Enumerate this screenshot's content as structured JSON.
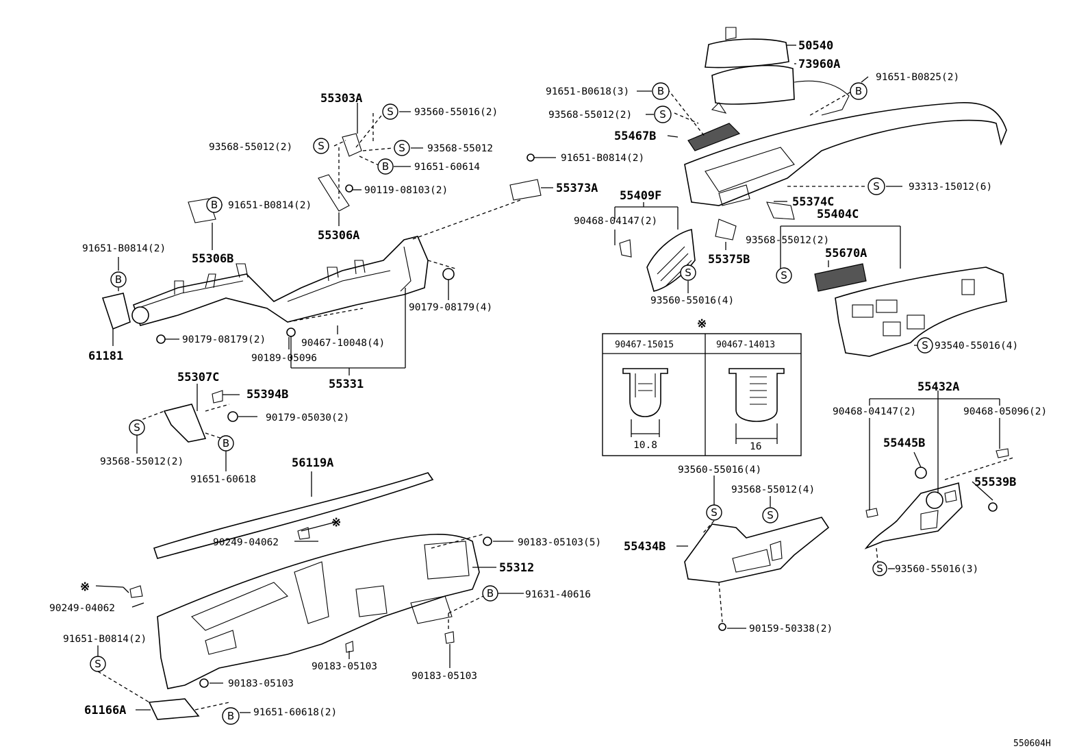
{
  "diagram_id": "550604H",
  "reference_mark": "※",
  "symbols": {
    "S": "S",
    "B": "B"
  },
  "inset": {
    "col1": {
      "part": "90467-15015",
      "dim": "10.8"
    },
    "col2": {
      "part": "90467-14013",
      "dim": "16"
    }
  },
  "labels": {
    "p50540": "50540",
    "p73960A": "73960A",
    "p91651_B0618_3": "91651-B0618(3)",
    "p91651_B0825_2": "91651-B0825(2)",
    "p93568_55012_2_top": "93568-55012(2)",
    "p55467B": "55467B",
    "p93313_15012_6": "93313-15012(6)",
    "p55374C": "55374C",
    "p55404C": "55404C",
    "p93568_55012_2_right": "93568-55012(2)",
    "p55670A": "55670A",
    "p55409F": "55409F",
    "p90468_04147_2_vent": "90468-04147(2)",
    "p55375B": "55375B",
    "p93560_55016_4_vent": "93560-55016(4)",
    "p93540_55016_4": "93540-55016(4)",
    "p55303A": "55303A",
    "p93560_55016_2": "93560-55016(2)",
    "p93568_55012_2_left": "93568-55012(2)",
    "p93568_55012": "93568-55012",
    "p91651_60614": "91651-60614",
    "p91651_B0814_2_top": "91651-B0814(2)",
    "p55373A": "55373A",
    "p90119_08103_2": "90119-08103(2)",
    "p91651_B0814_2_bracket": "91651-B0814(2)",
    "p55306A": "55306A",
    "p55306B": "55306B",
    "p91651_B0814_2_left": "91651-B0814(2)",
    "p90179_08179_4": "90179-08179(4)",
    "p61181": "61181",
    "p90179_08179_2": "90179-08179(2)",
    "p90467_10048_4": "90467-10048(4)",
    "p90189_05096": "90189-05096",
    "p55331": "55331",
    "p55307C": "55307C",
    "p55394B": "55394B",
    "p90179_05030_2": "90179-05030(2)",
    "p93568_55012_2_bottom": "93568-55012(2)",
    "p91651_60618": "91651-60618",
    "p56119A": "56119A",
    "p90249_04062_a": "90249-04062",
    "p90183_05103_5": "90183-05103(5)",
    "p55312": "55312",
    "p91631_40616": "91631-40616",
    "p90249_04062_b": "90249-04062",
    "p91651_B0814_2_dash": "91651-B0814(2)",
    "p90183_05103_a": "90183-05103",
    "p90183_05103_b": "90183-05103",
    "p90183_05103_c": "90183-05103",
    "p61166A": "61166A",
    "p91651_60618_2": "91651-60618(2)",
    "p93560_55016_4_glove": "93560-55016(4)",
    "p93568_55012_4": "93568-55012(4)",
    "p55434B": "55434B",
    "p90159_50338_2": "90159-50338(2)",
    "p55432A": "55432A",
    "p90468_04147_2_knee": "90468-04147(2)",
    "p90468_05096_2": "90468-05096(2)",
    "p55445B": "55445B",
    "p55539B": "55539B",
    "p93560_55016_3": "93560-55016(3)"
  }
}
